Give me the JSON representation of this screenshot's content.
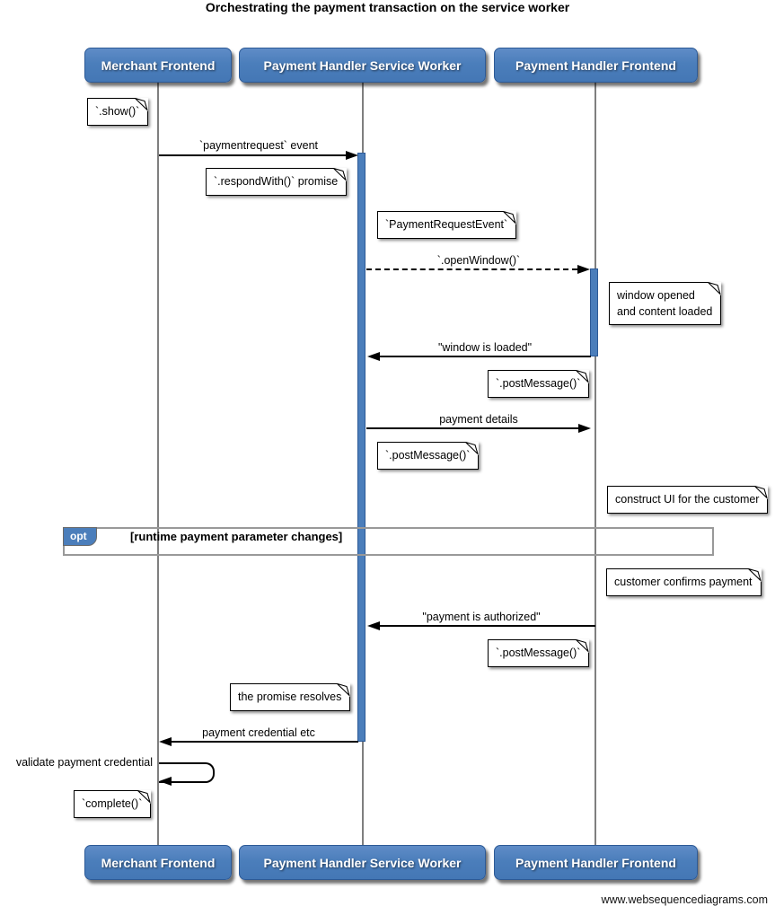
{
  "title": "Orchestrating the payment transaction on the service worker",
  "footer": "www.websequencediagrams.com",
  "actors": [
    {
      "label": "Merchant Frontend"
    },
    {
      "label": "Payment Handler Service Worker"
    },
    {
      "label": "Payment Handler Frontend"
    }
  ],
  "messages": {
    "payment_request": "`paymentrequest` event",
    "open_window": "`.openWindow()`",
    "window_loaded": "\"window is loaded\"",
    "payment_details": "payment details",
    "payment_authorized": "\"payment is authorized\"",
    "payment_credential": "payment credential etc",
    "validate_credential": "validate payment credential"
  },
  "notes": {
    "show": "`.show()`",
    "respond_with": "`.respondWith()` promise",
    "payment_request_event": "`PaymentRequestEvent`",
    "window_opened": "window opened\nand content loaded",
    "post_message_1": "`.postMessage()`",
    "post_message_2": "`.postMessage()`",
    "construct_ui": "construct UI for the customer",
    "customer_confirms": "customer confirms payment",
    "post_message_3": "`.postMessage()`",
    "promise_resolves": "the promise resolves",
    "complete": "`complete()`"
  },
  "fragment": {
    "operator": "opt",
    "condition": "[runtime payment parameter changes]"
  },
  "colors": {
    "actor_blue": "#4b7ebb",
    "actor_border": "#2d5a96",
    "lifeline_gray": "#7f7f7f",
    "fragment_border": "#999999"
  }
}
